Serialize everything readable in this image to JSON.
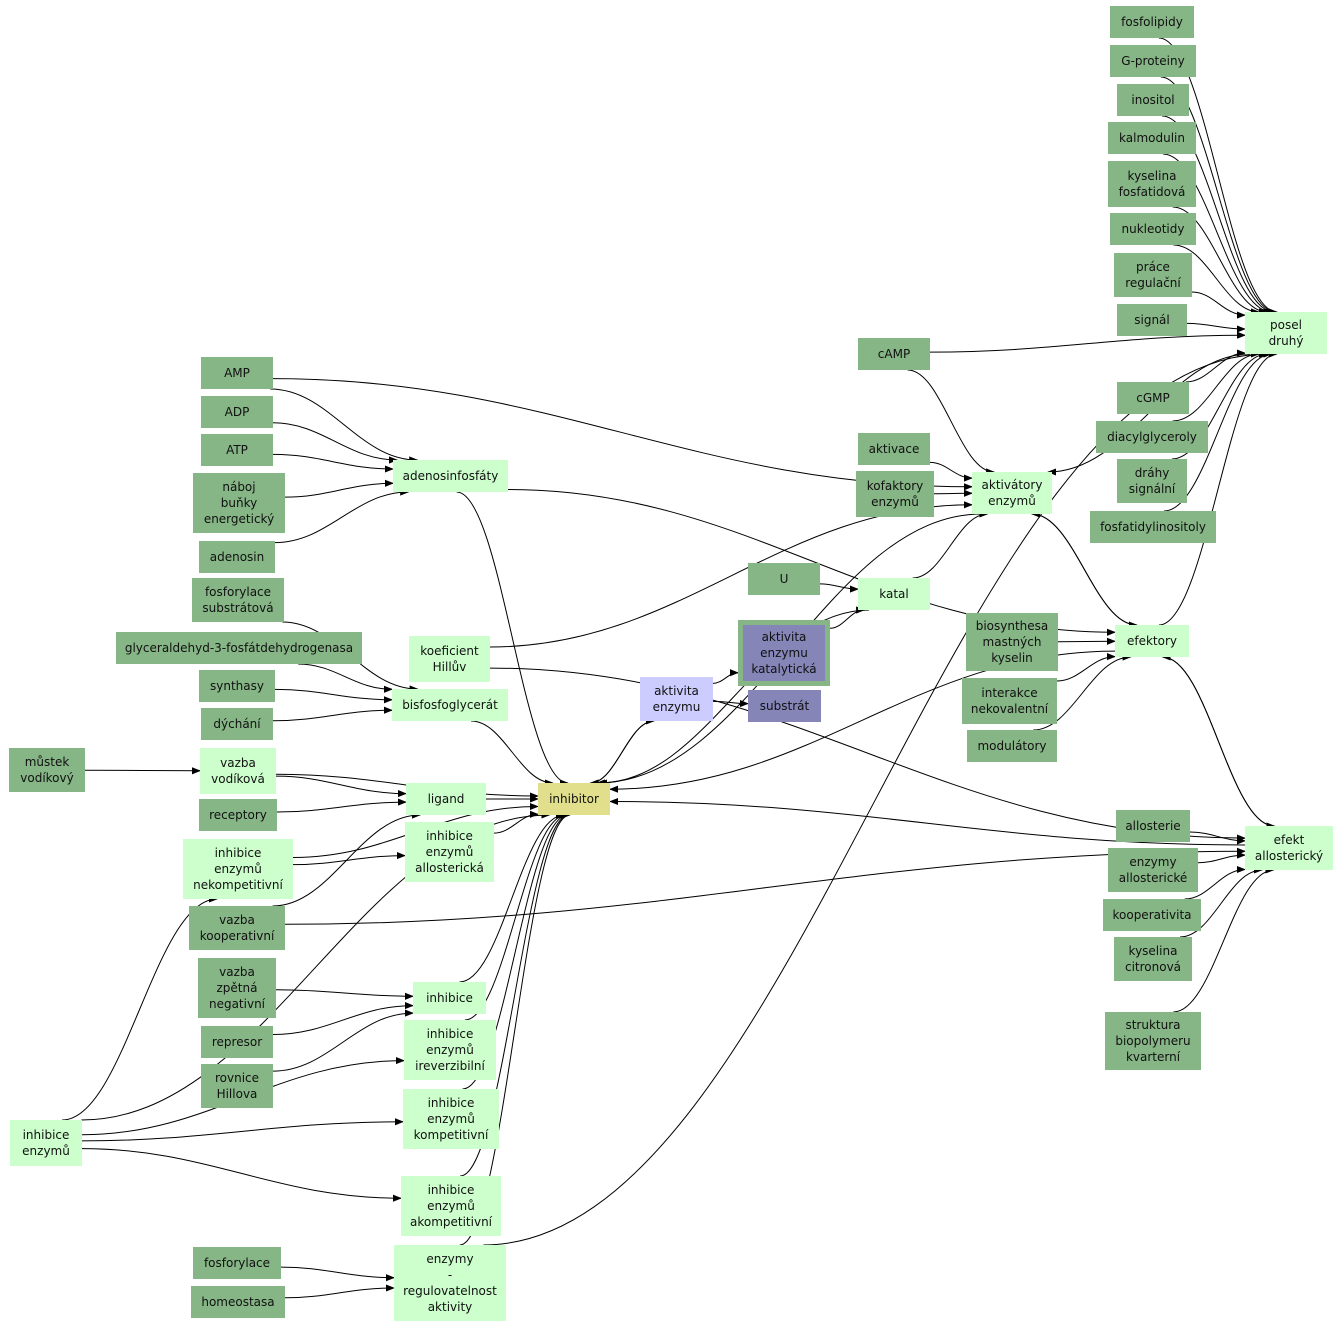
{
  "diagram": {
    "title": "",
    "colors": {
      "dark_green": "#86b586",
      "light_green": "#ccffcc",
      "lavender": "#ccccff",
      "purple": "#8585b8",
      "yellow": "#e1df8b",
      "edge": "#000000"
    },
    "nodes": [
      {
        "id": "fosfolipidy",
        "label": "fosfolipidy",
        "style": "dark"
      },
      {
        "id": "gproteiny",
        "label": "G-proteiny",
        "style": "dark"
      },
      {
        "id": "inositol",
        "label": "inositol",
        "style": "dark"
      },
      {
        "id": "kalmodulin",
        "label": "kalmodulin",
        "style": "dark"
      },
      {
        "id": "kysfosf",
        "label": "kyselina\nfosfatidová",
        "style": "dark"
      },
      {
        "id": "nukleotidy",
        "label": "nukleotidy",
        "style": "dark"
      },
      {
        "id": "prace",
        "label": "práce\nregulační",
        "style": "dark"
      },
      {
        "id": "signal",
        "label": "signál",
        "style": "dark"
      },
      {
        "id": "posel",
        "label": "posel\ndruhý",
        "style": "light"
      },
      {
        "id": "camp",
        "label": "cAMP",
        "style": "dark"
      },
      {
        "id": "cgmp",
        "label": "cGMP",
        "style": "dark"
      },
      {
        "id": "diacyl",
        "label": "diacylglyceroly",
        "style": "dark"
      },
      {
        "id": "drahy",
        "label": "dráhy\nsignální",
        "style": "dark"
      },
      {
        "id": "fosfatidyl",
        "label": "fosfatidylinositoly",
        "style": "dark"
      },
      {
        "id": "aktivace",
        "label": "aktivace",
        "style": "dark"
      },
      {
        "id": "kofaktory",
        "label": "kofaktory\nenzymů",
        "style": "dark"
      },
      {
        "id": "aktivatory",
        "label": "aktivátory\nenzymů",
        "style": "light"
      },
      {
        "id": "amp",
        "label": "AMP",
        "style": "dark"
      },
      {
        "id": "adp",
        "label": "ADP",
        "style": "dark"
      },
      {
        "id": "atp",
        "label": "ATP",
        "style": "dark"
      },
      {
        "id": "naboj",
        "label": "náboj\nbuňky\nenergetický",
        "style": "dark"
      },
      {
        "id": "adenosin",
        "label": "adenosin",
        "style": "dark"
      },
      {
        "id": "adenosinfosfaty",
        "label": "adenosinfosfáty",
        "style": "light"
      },
      {
        "id": "u",
        "label": "U",
        "style": "dark"
      },
      {
        "id": "katal",
        "label": "katal",
        "style": "light"
      },
      {
        "id": "fosforylsub",
        "label": "fosforylace\nsubstrátová",
        "style": "dark"
      },
      {
        "id": "glyceraldehyd",
        "label": "glyceraldehyd-3-fosfátdehydrogenasa",
        "style": "dark"
      },
      {
        "id": "koeficient",
        "label": "koeficient\nHillův",
        "style": "light"
      },
      {
        "id": "aktkatal",
        "label": "aktivita\nenzymu\nkatalytická",
        "style": "outlined"
      },
      {
        "id": "biosynth",
        "label": "biosynthesa\nmastných\nkyselin",
        "style": "dark"
      },
      {
        "id": "efektory",
        "label": "efektory",
        "style": "light"
      },
      {
        "id": "synthasy",
        "label": "synthasy",
        "style": "dark"
      },
      {
        "id": "aktenz",
        "label": "aktivita\nenzymu",
        "style": "lavender"
      },
      {
        "id": "substrat",
        "label": "substrát",
        "style": "purple"
      },
      {
        "id": "interakce",
        "label": "interakce\nnekovalentní",
        "style": "dark"
      },
      {
        "id": "dychani",
        "label": "dýchání",
        "style": "dark"
      },
      {
        "id": "bisfosfo",
        "label": "bisfosfoglycerát",
        "style": "light"
      },
      {
        "id": "modulatory",
        "label": "modulátory",
        "style": "dark"
      },
      {
        "id": "mustek",
        "label": "můstek\nvodíkový",
        "style": "dark"
      },
      {
        "id": "vazbavod",
        "label": "vazba\nvodíková",
        "style": "light"
      },
      {
        "id": "receptory",
        "label": "receptory",
        "style": "dark"
      },
      {
        "id": "ligand",
        "label": "ligand",
        "style": "light"
      },
      {
        "id": "inhibitor",
        "label": "inhibitor",
        "style": "yellow"
      },
      {
        "id": "allosterie",
        "label": "allosterie",
        "style": "dark"
      },
      {
        "id": "efekt",
        "label": "efekt\nallosterický",
        "style": "light"
      },
      {
        "id": "inhallo",
        "label": "inhibice\nenzymů\nallosterická",
        "style": "light"
      },
      {
        "id": "inhnekomp",
        "label": "inhibice\nenzymů\nnekompetitivní",
        "style": "light"
      },
      {
        "id": "enzallo",
        "label": "enzymy\nallosterické",
        "style": "dark"
      },
      {
        "id": "vazbakoop",
        "label": "vazba\nkooperativní",
        "style": "dark"
      },
      {
        "id": "kooperativita",
        "label": "kooperativita",
        "style": "dark"
      },
      {
        "id": "kyscitron",
        "label": "kyselina\ncitronová",
        "style": "dark"
      },
      {
        "id": "vazbazpetna",
        "label": "vazba\nzpětná\nnegativní",
        "style": "dark"
      },
      {
        "id": "inhibice",
        "label": "inhibice",
        "style": "light"
      },
      {
        "id": "represor",
        "label": "represor",
        "style": "dark"
      },
      {
        "id": "inhirev",
        "label": "inhibice\nenzymů\nireverzibilní",
        "style": "light"
      },
      {
        "id": "struktura",
        "label": "struktura\nbiopolymeru\nkvarterní",
        "style": "dark"
      },
      {
        "id": "rovnice",
        "label": "rovnice\nHillova",
        "style": "dark"
      },
      {
        "id": "inhkomp",
        "label": "inhibice\nenzymů\nkompetitivní",
        "style": "light"
      },
      {
        "id": "inhenz",
        "label": "inhibice\nenzymů",
        "style": "light"
      },
      {
        "id": "inhakomp",
        "label": "inhibice\nenzymů\nakompetitivní",
        "style": "light"
      },
      {
        "id": "fosforylace",
        "label": "fosforylace",
        "style": "dark"
      },
      {
        "id": "enzymyreg",
        "label": "enzymy\n-\nregulovatelnost\naktivity",
        "style": "light"
      },
      {
        "id": "homeostasa",
        "label": "homeostasa",
        "style": "dark"
      }
    ],
    "edges": [
      [
        "fosfolipidy",
        "posel"
      ],
      [
        "gproteiny",
        "posel"
      ],
      [
        "inositol",
        "posel"
      ],
      [
        "kalmodulin",
        "posel"
      ],
      [
        "kysfosf",
        "posel"
      ],
      [
        "nukleotidy",
        "posel"
      ],
      [
        "prace",
        "posel"
      ],
      [
        "signal",
        "posel"
      ],
      [
        "camp",
        "posel"
      ],
      [
        "cgmp",
        "posel"
      ],
      [
        "diacyl",
        "posel"
      ],
      [
        "drahy",
        "posel"
      ],
      [
        "fosfatidyl",
        "posel"
      ],
      [
        "efektory",
        "posel"
      ],
      [
        "posel",
        "aktivatory"
      ],
      [
        "camp",
        "aktivatory"
      ],
      [
        "amp",
        "aktivatory"
      ],
      [
        "aktivace",
        "aktivatory"
      ],
      [
        "kofaktory",
        "aktivatory"
      ],
      [
        "koeficient",
        "aktivatory"
      ],
      [
        "katal",
        "aktivatory"
      ],
      [
        "efektory",
        "aktivatory"
      ],
      [
        "aktivatory",
        "efektory"
      ],
      [
        "adenosinfosfaty",
        "efektory"
      ],
      [
        "aktivatory",
        "inhibitor"
      ],
      [
        "amp",
        "adenosinfosfaty"
      ],
      [
        "adp",
        "adenosinfosfaty"
      ],
      [
        "atp",
        "adenosinfosfaty"
      ],
      [
        "naboj",
        "adenosinfosfaty"
      ],
      [
        "adenosin",
        "adenosinfosfaty"
      ],
      [
        "adenosinfosfaty",
        "inhibitor"
      ],
      [
        "u",
        "katal"
      ],
      [
        "aktkatal",
        "katal"
      ],
      [
        "katal",
        "inhibitor"
      ],
      [
        "aktenz",
        "aktkatal"
      ],
      [
        "aktenz",
        "substrat"
      ],
      [
        "inhibitor",
        "aktenz"
      ],
      [
        "aktenz",
        "inhibitor"
      ],
      [
        "fosforylsub",
        "bisfosfo"
      ],
      [
        "glyceraldehyd",
        "bisfosfo"
      ],
      [
        "synthasy",
        "bisfosfo"
      ],
      [
        "dychani",
        "bisfosfo"
      ],
      [
        "bisfosfo",
        "inhibitor"
      ],
      [
        "koeficient",
        "efekt"
      ],
      [
        "biosynth",
        "efektory"
      ],
      [
        "interakce",
        "efektory"
      ],
      [
        "modulatory",
        "efektory"
      ],
      [
        "efektory",
        "efekt"
      ],
      [
        "efekt",
        "efektory"
      ],
      [
        "efektory",
        "inhibitor"
      ],
      [
        "efekt",
        "inhibitor"
      ],
      [
        "mustek",
        "vazbavod"
      ],
      [
        "vazbavod",
        "inhibitor"
      ],
      [
        "vazbavod",
        "ligand"
      ],
      [
        "receptory",
        "ligand"
      ],
      [
        "ligand",
        "inhibitor"
      ],
      [
        "vazbakoop",
        "ligand"
      ],
      [
        "inhnekomp",
        "inhallo"
      ],
      [
        "inhallo",
        "inhibitor"
      ],
      [
        "inhnekomp",
        "inhibitor"
      ],
      [
        "allosterie",
        "efekt"
      ],
      [
        "enzallo",
        "efekt"
      ],
      [
        "kooperativita",
        "efekt"
      ],
      [
        "kyscitron",
        "efekt"
      ],
      [
        "struktura",
        "efekt"
      ],
      [
        "vazbakoop",
        "efekt"
      ],
      [
        "vazbazpetna",
        "inhibice"
      ],
      [
        "represor",
        "inhibice"
      ],
      [
        "rovnice",
        "inhibice"
      ],
      [
        "inhibice",
        "inhibitor"
      ],
      [
        "inhirev",
        "inhibitor"
      ],
      [
        "inhkomp",
        "inhibitor"
      ],
      [
        "inhakomp",
        "inhibitor"
      ],
      [
        "inhenz",
        "inhnekomp"
      ],
      [
        "inhenz",
        "inhirev"
      ],
      [
        "inhenz",
        "inhkomp"
      ],
      [
        "inhenz",
        "inhakomp"
      ],
      [
        "inhenz",
        "inhibitor"
      ],
      [
        "fosforylace",
        "enzymyreg"
      ],
      [
        "homeostasa",
        "enzymyreg"
      ],
      [
        "enzymyreg",
        "inhibitor"
      ],
      [
        "enzymyreg",
        "posel"
      ]
    ]
  }
}
